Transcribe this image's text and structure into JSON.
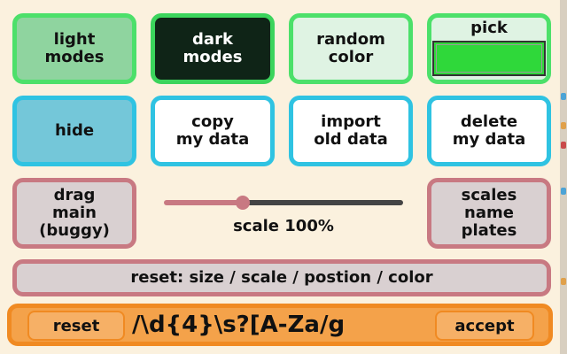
{
  "buttons": {
    "light_modes": "light\nmodes",
    "dark_modes": "dark\nmodes",
    "random_color": "random\ncolor",
    "pick": "pick",
    "hide": "hide",
    "copy_data": "copy\nmy data",
    "import_data": "import\nold data",
    "delete_data": "delete\nmy data",
    "drag_main": "drag\nmain\n(buggy)",
    "scales_plates": "scales\nname\nplates",
    "reset_all": "reset: size / scale / postion / color"
  },
  "pick_color": "#2fd83a",
  "scale": {
    "label": "scale 100%",
    "fill_fraction": 0.33
  },
  "regex_bar": {
    "reset_label": "reset",
    "accept_label": "accept",
    "value": "/\\d{4}\\s?[A-Za/g"
  }
}
